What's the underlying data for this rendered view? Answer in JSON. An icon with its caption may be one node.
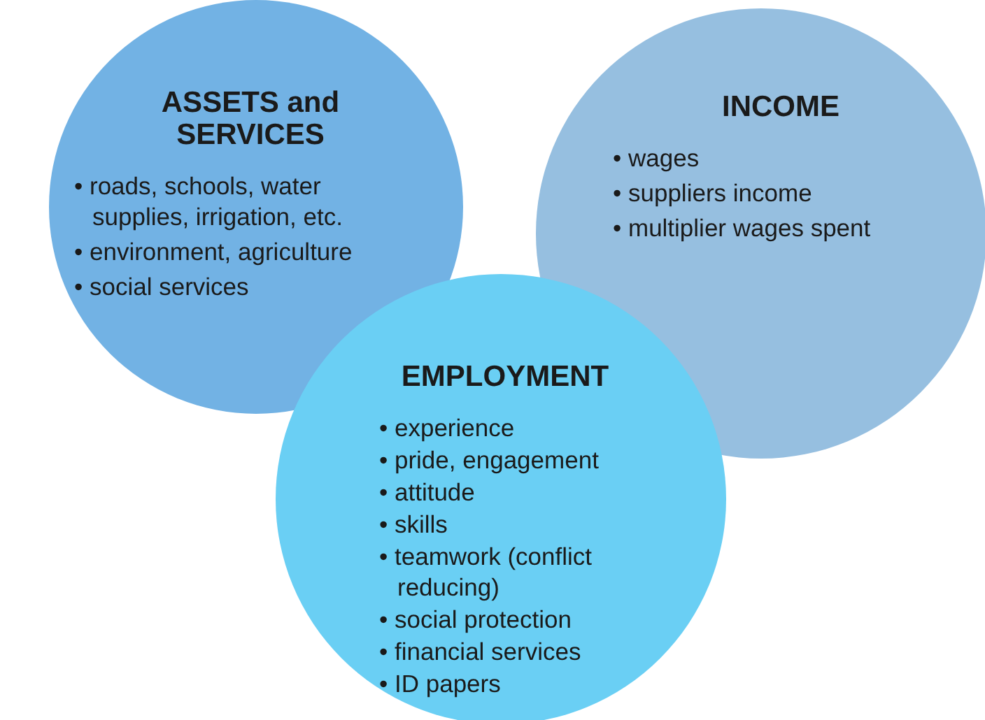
{
  "diagram": {
    "nodes": [
      {
        "text": [
          "ASSETS and SERVICES",
          "• roads, schools, water supplies, irrigation, etc.",
          "• environment, agriculture",
          "• social services"
        ]
      },
      {
        "text": [
          "INCOME",
          "• wages",
          "• suppliers income",
          "• multiplier wages spent"
        ]
      },
      {
        "text": [
          "EMPLOYMENT",
          "• experience",
          "• pride, engagement",
          "• attitude",
          "• skills",
          "• teamwork (conflict reducing)",
          "• social protection",
          "• financial services",
          "• ID papers"
        ]
      }
    ]
  }
}
